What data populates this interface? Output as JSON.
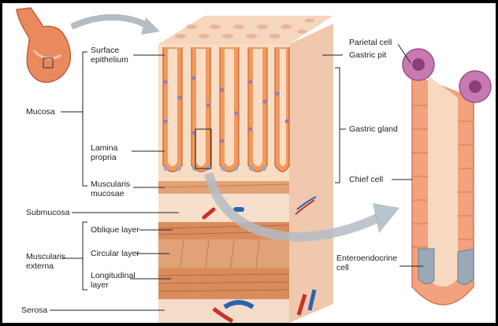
{
  "labels": {
    "surface_epithelium": "Surface\nepithelium",
    "mucosa": "Mucosa",
    "lamina_propria": "Lamina\npropria",
    "muscularis_mucosae": "Muscularis\nmucosae",
    "submucosa": "Submucosa",
    "oblique_layer": "Oblique layer",
    "circular_layer": "Circular layer",
    "longitudinal_layer": "Longitudinal\nlayer",
    "muscularis_externa": "Muscularis\nexterna",
    "serosa": "Serosa",
    "parietal_cell": "Parietal cell",
    "gastric_pit": "Gastric pit",
    "gastric_gland": "Gastric gland",
    "chief_cell": "Chief cell",
    "enteroendocrine_cell": "Enteroendocrine\ncell"
  },
  "colors": {
    "tissue": "#f8dcc4",
    "muscle": "#e0a276",
    "muscle_dark": "#c97a4c",
    "gland_cell": "#f39a5a",
    "parietal": "#c77ab0",
    "enteroendocrine": "#9aa8b8",
    "artery": "#c8302a",
    "vein": "#2b63b0",
    "arrow": "#b4bcc4"
  },
  "icons": {
    "stomach": "stomach-icon"
  }
}
